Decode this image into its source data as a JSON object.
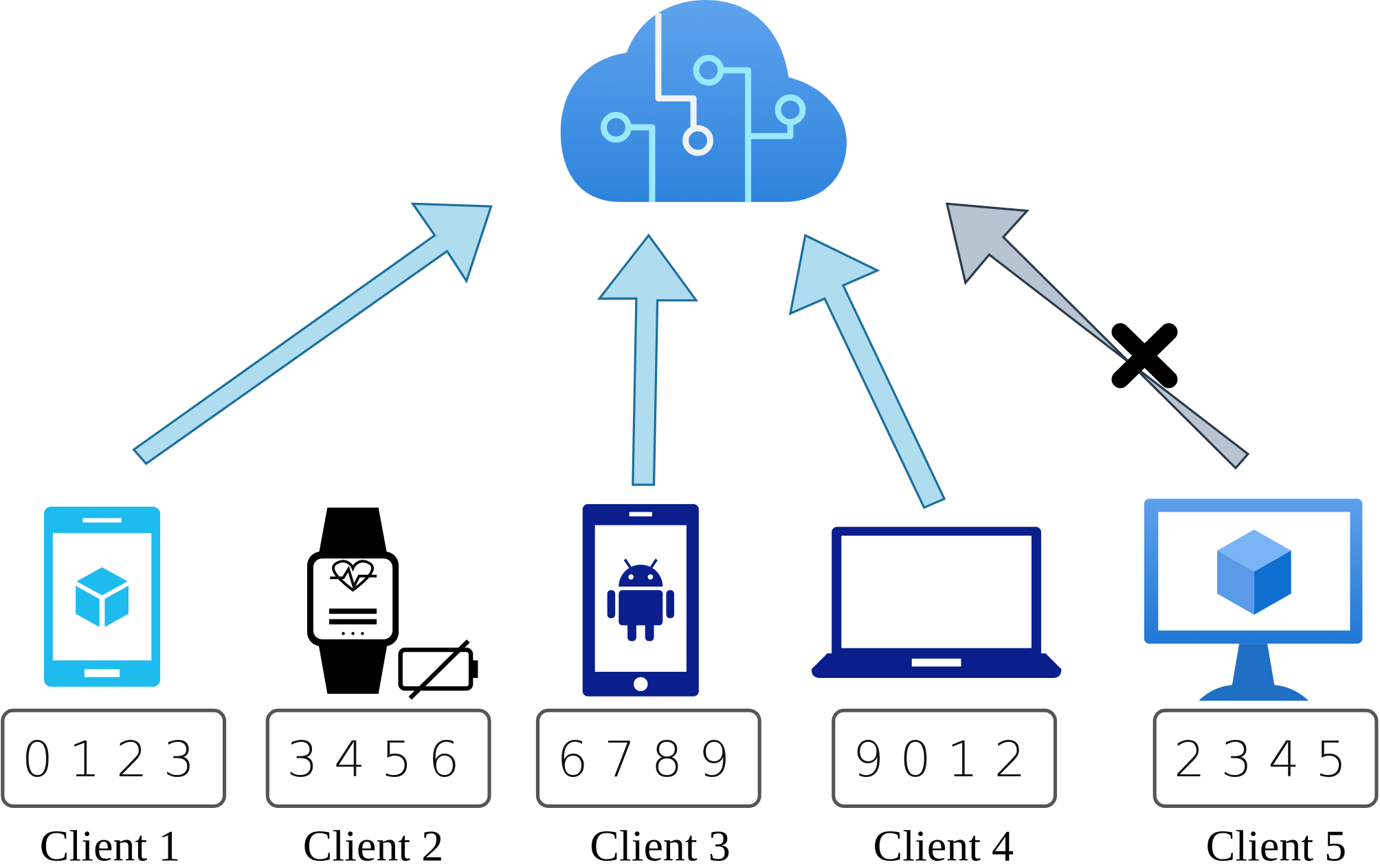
{
  "server": {
    "icon": "cloud-circuit-icon",
    "cloud_color_top": "#60a3ee",
    "cloud_color_bottom": "#2d84dc"
  },
  "clients": [
    {
      "label": "Client 1",
      "data": "0123",
      "device": "tablet-cube-icon",
      "color": "#1ebbef",
      "connected": true
    },
    {
      "label": "Client 2",
      "data": "3456",
      "device": "smartwatch-low-battery-icon",
      "color": "#000000",
      "connected": true
    },
    {
      "label": "Client 3",
      "data": "6789",
      "device": "android-phone-icon",
      "color": "#0a1e8c",
      "connected": true
    },
    {
      "label": "Client 4",
      "data": "9012",
      "device": "laptop-icon",
      "color": "#0a1e8c",
      "connected": true
    },
    {
      "label": "Client 5",
      "data": "2345",
      "device": "monitor-cube-icon",
      "color": "#2d84dc",
      "connected": false
    }
  ],
  "arrow_colors": {
    "active_fill": "#b0dcf0",
    "active_stroke": "#1a6f9c",
    "blocked_fill": "#b8c4d0",
    "blocked_stroke": "#2a3a4a"
  }
}
